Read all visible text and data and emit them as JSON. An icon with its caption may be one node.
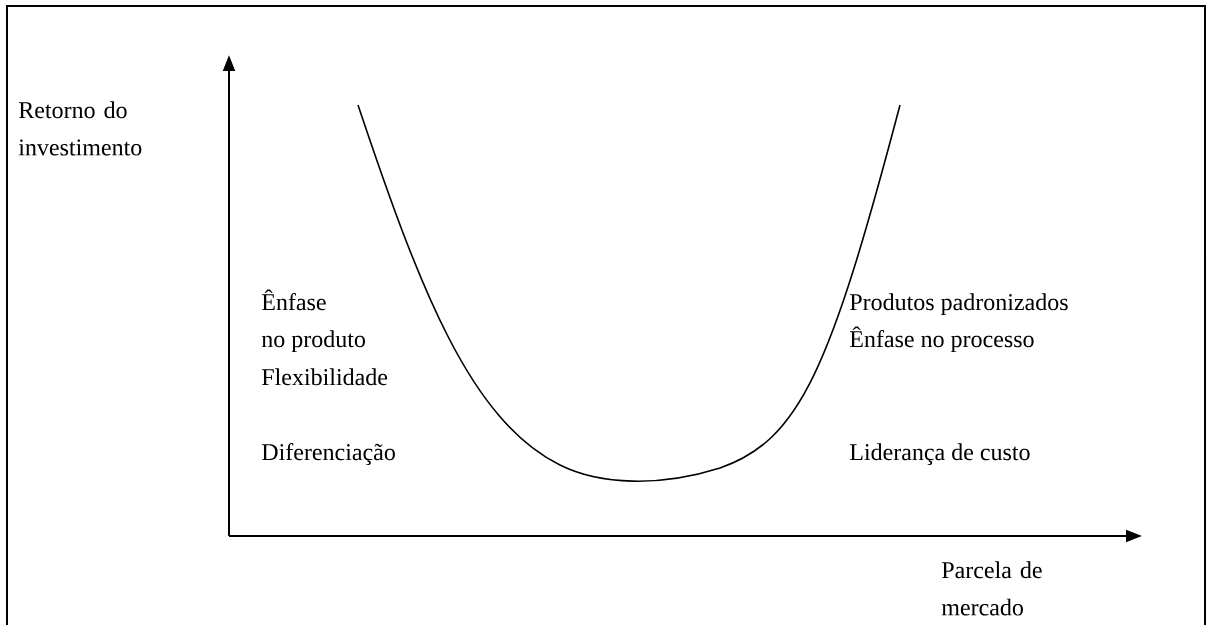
{
  "diagram": {
    "labels": [
      "Retorno do investimento",
      "Ênfase",
      "no produto",
      "Flexibilidade",
      "Diferenciação",
      "Produtos padronizados",
      "Ênfase no processo",
      "Liderança de custo",
      "Parcela de mercado"
    ]
  }
}
